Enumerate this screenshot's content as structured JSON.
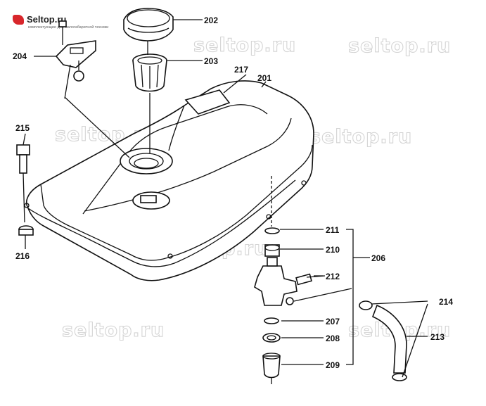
{
  "site": {
    "logo_text": "Seltop.ru",
    "logo_subtext": "комплектующие для малогабаритной техники",
    "watermark": "seltop.ru"
  },
  "callouts": {
    "c201": "201",
    "c202": "202",
    "c203": "203",
    "c204": "204",
    "c206": "206",
    "c207": "207",
    "c208": "208",
    "c209": "209",
    "c210": "210",
    "c211": "211",
    "c212": "212",
    "c213": "213",
    "c214": "214",
    "c215": "215",
    "c216": "216",
    "c217": "217"
  },
  "colors": {
    "line": "#111111",
    "logo_accent": "#d8262b",
    "watermark_stroke": "#d4d4d4"
  }
}
